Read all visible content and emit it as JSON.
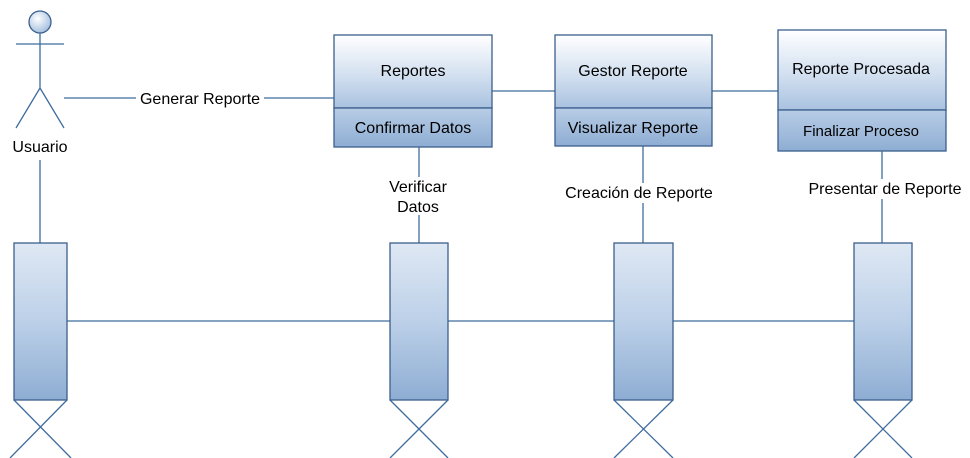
{
  "actor": {
    "label": "Usuario"
  },
  "objects": [
    {
      "title": "Reportes",
      "operation": "Confirmar Datos"
    },
    {
      "title": "Gestor Reporte",
      "operation": "Visualizar Reporte"
    },
    {
      "title": "Reporte Procesada",
      "operation": "Finalizar Proceso"
    }
  ],
  "messages": {
    "generar": "Generar Reporte",
    "verificar_1": "Verificar",
    "verificar_2": "Datos",
    "creacion": "Creación de Reporte",
    "presentar": "Presentar de Reporte"
  },
  "colors": {
    "line": "#3f6c9e",
    "box_border": "#3b5f8c",
    "gradient_top": "#ffffff",
    "gradient_mid": "#c9d8ec",
    "gradient_bottom": "#8eadd3"
  }
}
